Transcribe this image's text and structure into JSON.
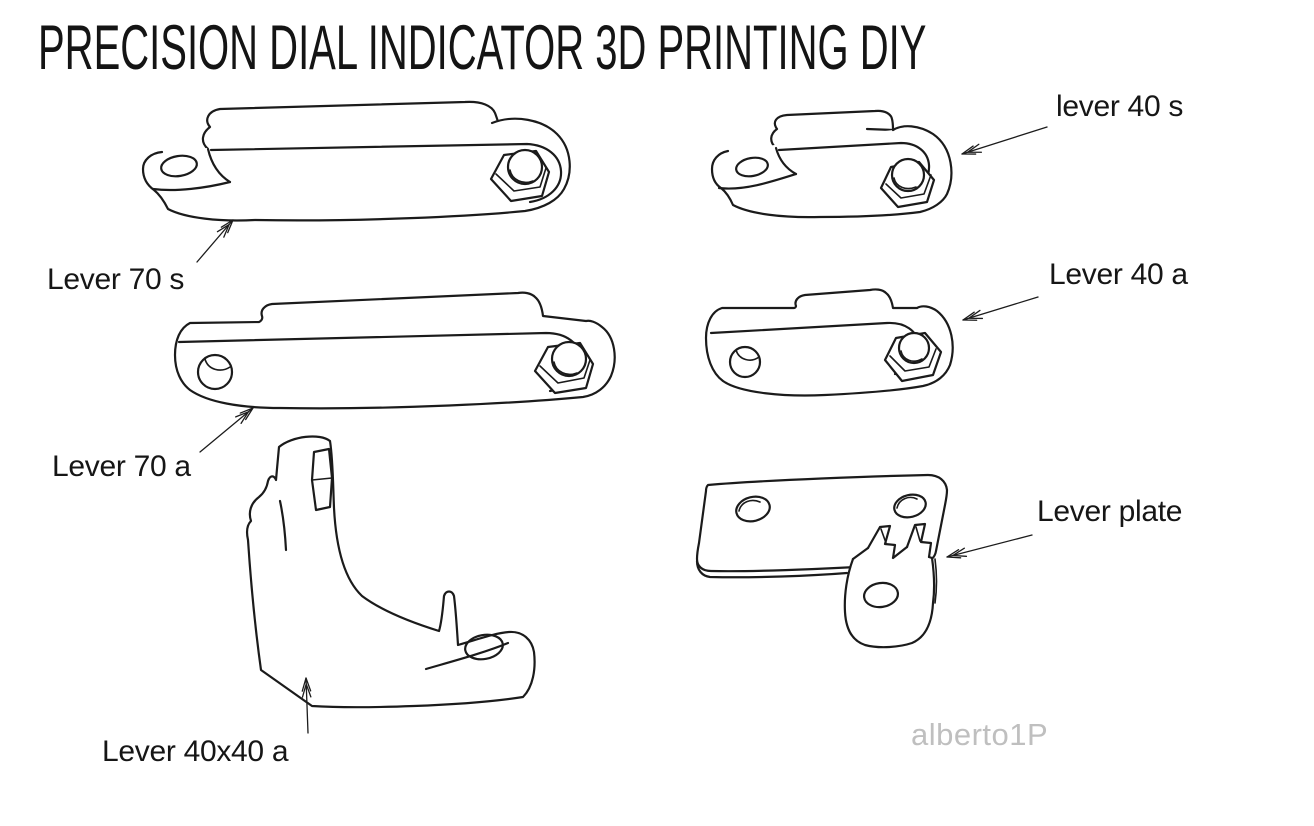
{
  "title": "PRECISION DIAL INDICATOR 3D PRINTING DIY",
  "watermark": "alberto1P",
  "colors": {
    "line": "#1b1b1b",
    "background": "#ffffff",
    "text": "#161616",
    "watermark": "#bfbfbf"
  },
  "diagram": {
    "type": "technical-parts-diagram",
    "parts": [
      {
        "id": "lever-70-s",
        "label": "Lever 70 s"
      },
      {
        "id": "lever-40-s",
        "label": "lever 40 s"
      },
      {
        "id": "lever-70-a",
        "label": "Lever 70 a"
      },
      {
        "id": "lever-40-a",
        "label": "Lever 40 a"
      },
      {
        "id": "lever-40x40-a",
        "label": "Lever 40x40 a"
      },
      {
        "id": "lever-plate",
        "label": "Lever plate"
      }
    ]
  }
}
